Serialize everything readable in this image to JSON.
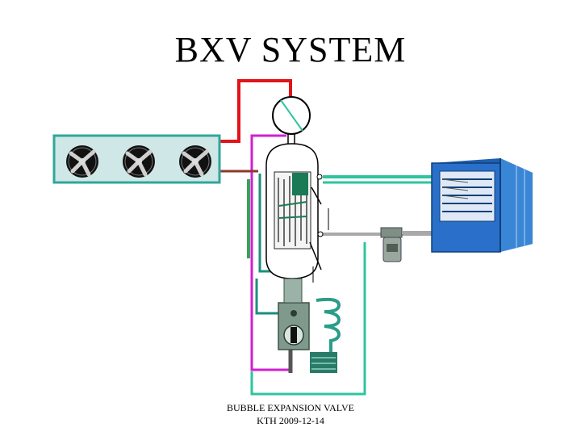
{
  "title": "BXV SYSTEM",
  "caption": {
    "line1": "BUBBLE EXPANSION VALVE",
    "line2": "KTH 2009-12-14"
  },
  "components": {
    "condenser": {
      "icon": "condenser-fan-unit-icon",
      "fan_count": 3
    },
    "compressor": {
      "icon": "compressor-icon"
    },
    "separator": {
      "icon": "separator-vessel-icon"
    },
    "air_handler": {
      "icon": "air-handling-unit-icon"
    },
    "filter": {
      "icon": "filter-drier-icon"
    },
    "valve": {
      "icon": "bubble-expansion-valve-icon"
    },
    "coil": {
      "icon": "heat-exchange-coil-icon"
    }
  },
  "colors": {
    "discharge_line": "#e0141a",
    "suction_line": "#d21fd2",
    "liquid_line": "#2ec4a0",
    "return_line": "#a9a9a9",
    "condenser_frame": "#2fa79a",
    "air_handler": "#2a6fc9"
  }
}
